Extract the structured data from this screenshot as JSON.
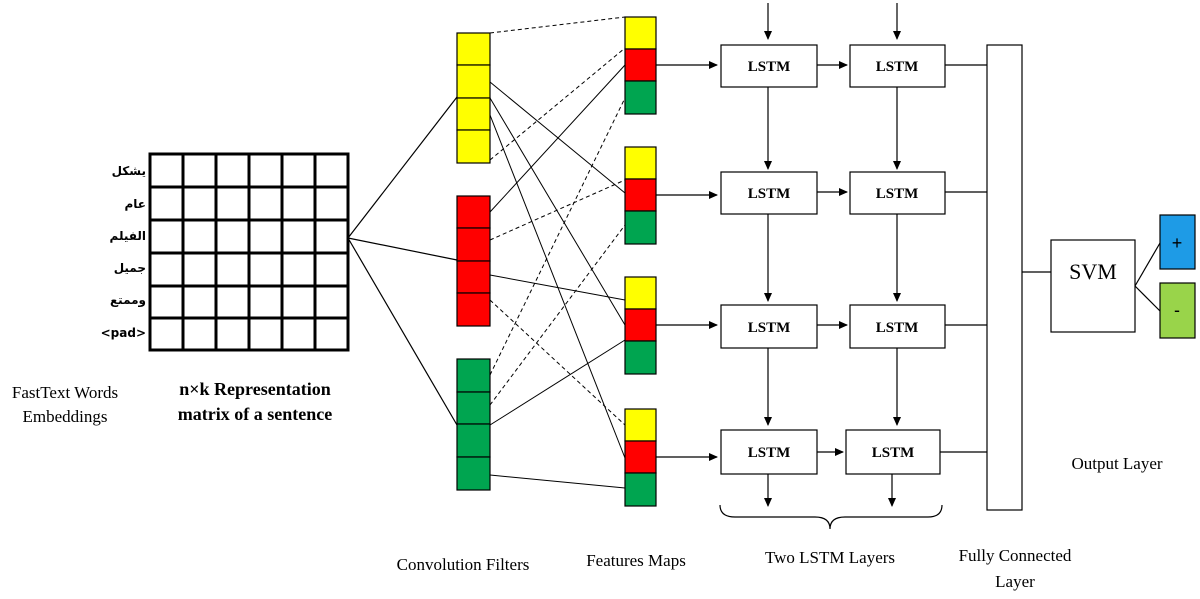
{
  "embedding": {
    "words": [
      "يشكل",
      "عام",
      "الفيلم",
      "جميل",
      "وممتع",
      "<pad>"
    ],
    "caption_line1": "FastText Words",
    "caption_line2": "Embeddings"
  },
  "matrix": {
    "caption_line1": "n×k Representation",
    "caption_line2": "matrix of a sentence"
  },
  "labels": {
    "conv": "Convolution Filters",
    "features": "Features Maps",
    "lstm_layers": "Two LSTM Layers",
    "fc_line1": "Fully Connected",
    "fc_line2": "Layer",
    "output": "Output Layer"
  },
  "lstm": {
    "label": "LSTM"
  },
  "svm": {
    "label": "SVM"
  },
  "outputs": {
    "pos": "+",
    "neg": "-"
  },
  "colors": {
    "yellow": "#ffff00",
    "red": "#ff0000",
    "green": "#00a550",
    "blue": "#1e9be6",
    "lime": "#99d44a"
  }
}
